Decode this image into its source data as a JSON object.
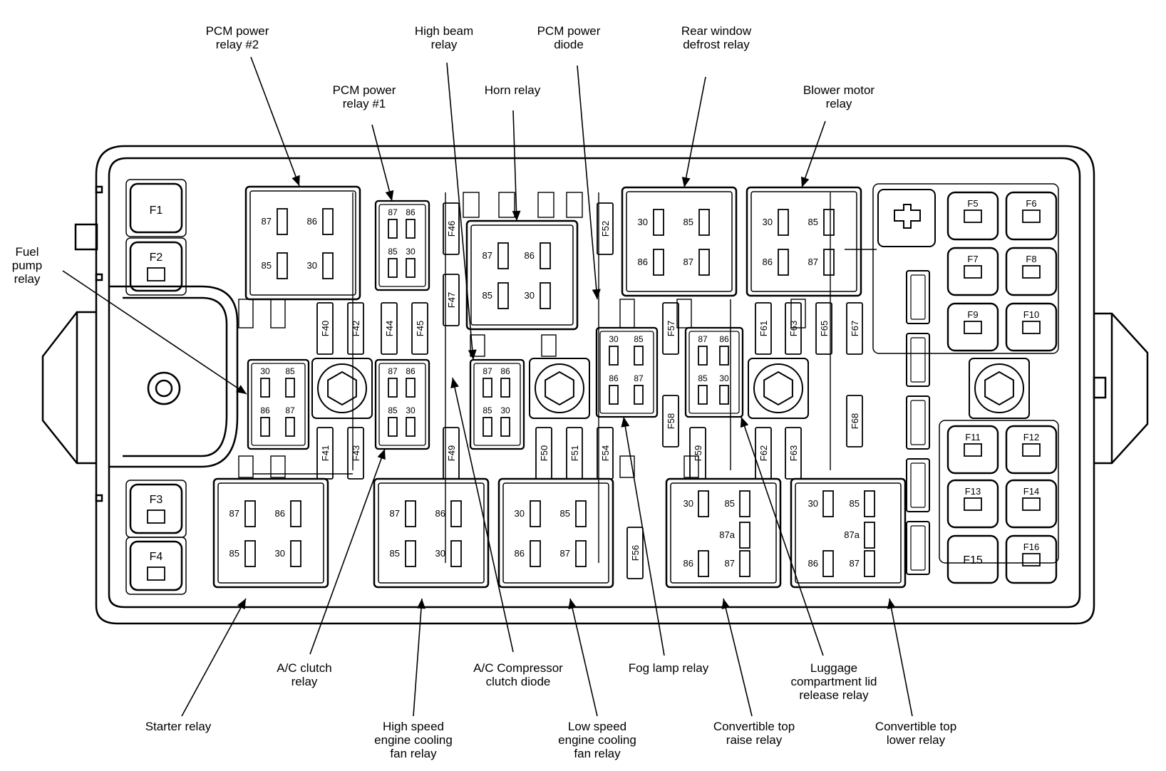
{
  "callouts": [
    {
      "id": "pcm2",
      "lines": [
        "PCM power",
        "relay #2"
      ]
    },
    {
      "id": "highbeam",
      "lines": [
        "High beam",
        "relay"
      ]
    },
    {
      "id": "pcmdiode",
      "lines": [
        "PCM power",
        "diode"
      ]
    },
    {
      "id": "rearwin",
      "lines": [
        "Rear window",
        "defrost relay"
      ]
    },
    {
      "id": "pcm1",
      "lines": [
        "PCM power",
        "relay #1"
      ]
    },
    {
      "id": "horn",
      "lines": [
        "Horn relay"
      ]
    },
    {
      "id": "blower",
      "lines": [
        "Blower motor",
        "relay"
      ]
    },
    {
      "id": "fuelpump",
      "lines": [
        "Fuel",
        "pump",
        "relay"
      ]
    },
    {
      "id": "acclutch",
      "lines": [
        "A/C clutch",
        "relay"
      ]
    },
    {
      "id": "acdiode",
      "lines": [
        "A/C Compressor",
        "clutch diode"
      ]
    },
    {
      "id": "foglamp",
      "lines": [
        "Fog lamp relay"
      ]
    },
    {
      "id": "luggage",
      "lines": [
        "Luggage",
        "compartment lid",
        "release relay"
      ]
    },
    {
      "id": "starter",
      "lines": [
        "Starter relay"
      ]
    },
    {
      "id": "hispeed",
      "lines": [
        "High speed",
        "engine cooling",
        "fan relay"
      ]
    },
    {
      "id": "lospeed",
      "lines": [
        "Low speed",
        "engine cooling",
        "fan relay"
      ]
    },
    {
      "id": "convraise",
      "lines": [
        "Convertible top",
        "raise relay"
      ]
    },
    {
      "id": "convlower",
      "lines": [
        "Convertible top",
        "lower relay"
      ]
    }
  ],
  "big_relays": [
    {
      "id": "pcm2",
      "pins": [
        "87",
        "86",
        "85",
        "30"
      ]
    },
    {
      "id": "horn",
      "pins": [
        "87",
        "86",
        "85",
        "30"
      ]
    },
    {
      "id": "rearwin",
      "pins": [
        "30",
        "85",
        "86",
        "87"
      ]
    },
    {
      "id": "blower",
      "pins": [
        "30",
        "85",
        "86",
        "87"
      ]
    },
    {
      "id": "starter",
      "pins": [
        "87",
        "86",
        "85",
        "30"
      ]
    },
    {
      "id": "hispeed",
      "pins": [
        "87",
        "86",
        "85",
        "30"
      ]
    },
    {
      "id": "lospeed",
      "pins": [
        "30",
        "85",
        "86",
        "87"
      ]
    }
  ],
  "five_pin_relays": [
    {
      "id": "convraise",
      "pins": [
        "30",
        "85",
        "87a",
        "86",
        "87"
      ]
    },
    {
      "id": "convlower",
      "pins": [
        "30",
        "85",
        "87a",
        "86",
        "87"
      ]
    }
  ],
  "mini_relays": [
    {
      "id": "pcm1",
      "pins": [
        "87",
        "86",
        "85",
        "30"
      ]
    },
    {
      "id": "fuelpump",
      "pins": [
        "30",
        "85",
        "86",
        "87"
      ]
    },
    {
      "id": "acclutch",
      "pins": [
        "87",
        "86",
        "85",
        "30"
      ]
    },
    {
      "id": "highbeam",
      "pins": [
        "87",
        "86",
        "85",
        "30"
      ]
    },
    {
      "id": "foglamp",
      "pins": [
        "30",
        "85",
        "86",
        "87"
      ]
    },
    {
      "id": "luggage",
      "pins": [
        "87",
        "86",
        "85",
        "30"
      ]
    }
  ],
  "maxi_fuses": [
    "F1",
    "F2",
    "F3",
    "F4"
  ],
  "square_fuses": [
    "F5",
    "F6",
    "F7",
    "F8",
    "F9",
    "F10",
    "F11",
    "F12",
    "F13",
    "F14",
    "F15",
    "F16"
  ],
  "mini_fuses": [
    "F40",
    "F42",
    "F44",
    "F45",
    "F46",
    "F47",
    "F52",
    "F57",
    "F61",
    "F63",
    "F65",
    "F67",
    "F41",
    "F43",
    "F49",
    "F50",
    "F51",
    "F54",
    "F56",
    "F58",
    "F59",
    "F62",
    "F63",
    "F68"
  ]
}
